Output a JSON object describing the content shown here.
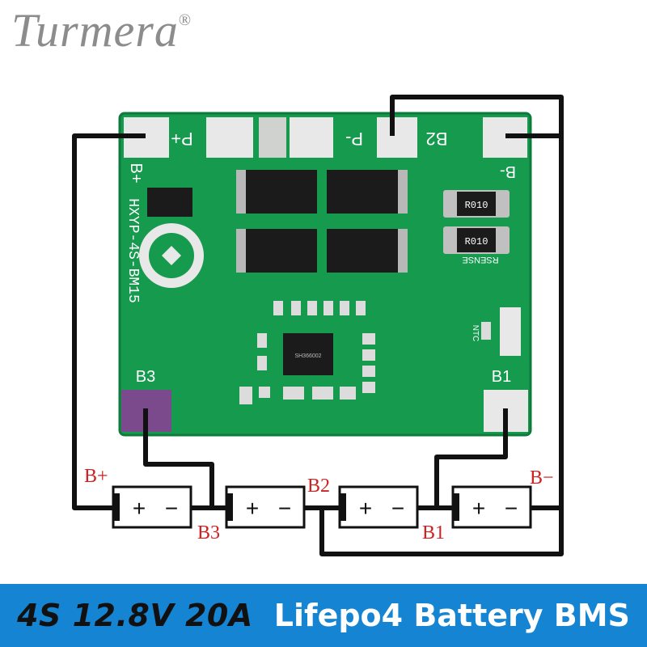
{
  "brand": {
    "name": "Turmera",
    "mark": "®"
  },
  "board": {
    "model": "HXYP-4S-BM15",
    "pads": {
      "b_plus": "B+",
      "p_plus": "P+",
      "p_minus": "P-",
      "b2": "B2",
      "b_minus": "B-",
      "b3": "B3",
      "b1": "B1"
    },
    "resistor_label": "R010",
    "sense_label": "RSENSE",
    "ntc_label": "NTC",
    "chip_label": "SH366002"
  },
  "wiring": {
    "labels": {
      "b_plus": "B+",
      "b_minus": "B−",
      "b1": "B1",
      "b2": "B2",
      "b3": "B3"
    },
    "cell_terminals": {
      "plus": "+",
      "minus": "−"
    },
    "cells": 4
  },
  "banner": {
    "spec": "4S 12.8V 20A",
    "title": "Lifepo4 Battery BMS"
  },
  "colors": {
    "pcb": "#159a4e",
    "wire": "#111111",
    "label": "#cc2222",
    "banner": "#1584d2"
  }
}
